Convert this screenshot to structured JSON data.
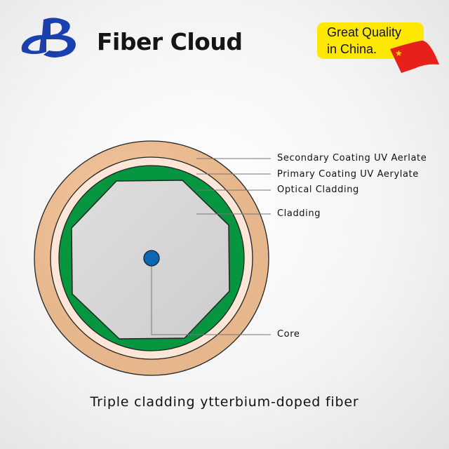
{
  "brand": {
    "name": "Fiber Cloud"
  },
  "badge": {
    "line1": "Great Quality",
    "line2": "in China."
  },
  "labels": {
    "secondary_coating": "Secondary Coating UV Aerlate",
    "primary_coating": "Primary Coating UV Aerylate",
    "optical_cladding": "Optical Cladding",
    "cladding": "Cladding",
    "core": "Core"
  },
  "caption": "Triple cladding ytterbium-doped fiber",
  "colors": {
    "secondary": "#f2bf93",
    "primary": "#fbe6d8",
    "optical": "#069640",
    "cladding": "#d6d6d6",
    "core": "#0b67b5",
    "logo": "#1a3fae",
    "badge": "#ffe800"
  }
}
